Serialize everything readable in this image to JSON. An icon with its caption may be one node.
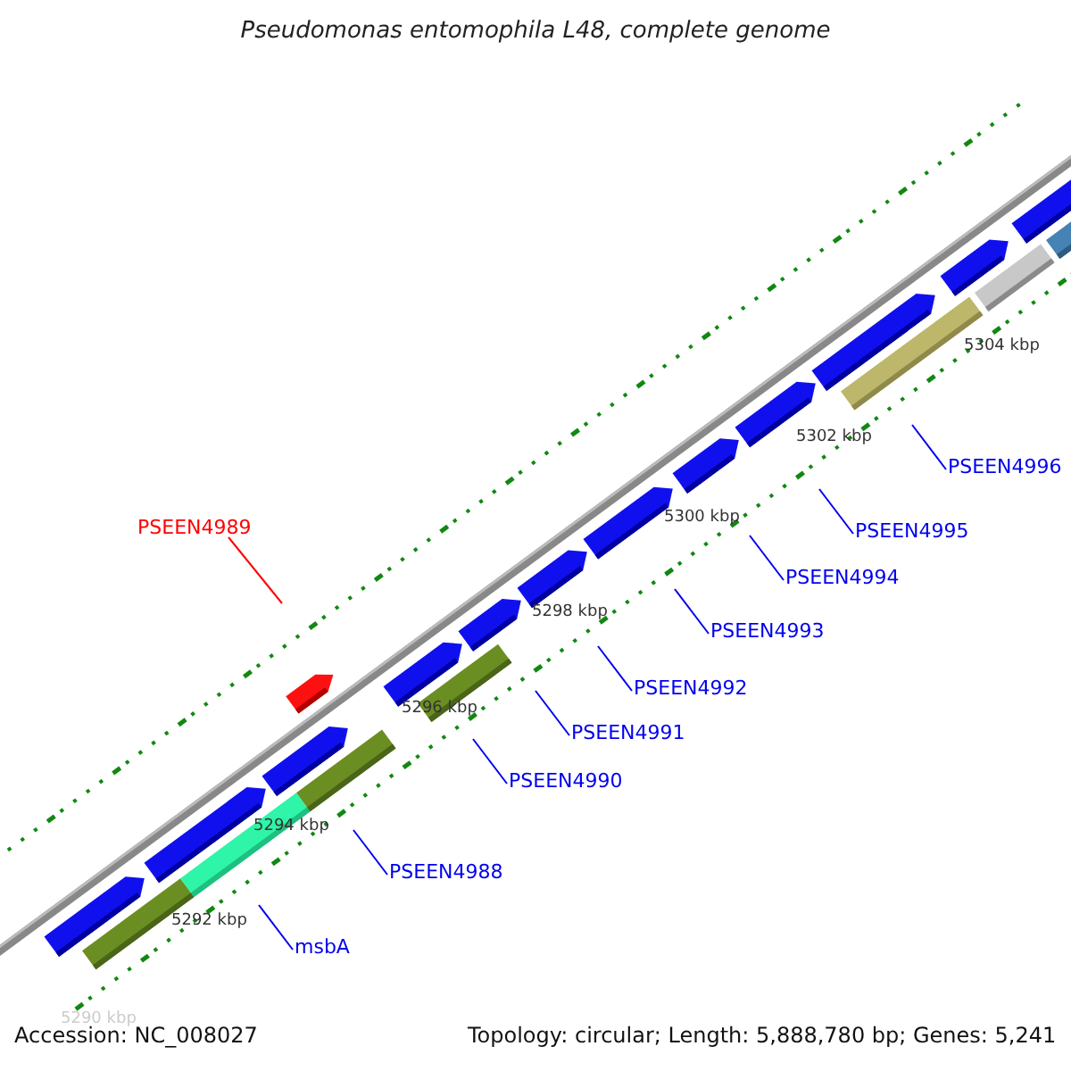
{
  "diagram": {
    "title": "Pseudomonas entomophila L48, complete genome",
    "nodes": [
      {
        "text": [
          "PSEEN4989"
        ]
      },
      {
        "text": [
          "msbA"
        ]
      },
      {
        "text": [
          "PSEEN4988"
        ]
      },
      {
        "text": [
          "PSEEN4990"
        ]
      },
      {
        "text": [
          "PSEEN4991"
        ]
      },
      {
        "text": [
          "PSEEN4992"
        ]
      },
      {
        "text": [
          "PSEEN4993"
        ]
      },
      {
        "text": [
          "PSEEN4994"
        ]
      },
      {
        "text": [
          "PSEEN4995"
        ]
      },
      {
        "text": [
          "PSEEN4996"
        ]
      }
    ],
    "edges": [
      {
        "from": 0,
        "to": null,
        "arrow": "none",
        "color": "#ff0000"
      },
      {
        "from": 1,
        "to": null,
        "arrow": "none"
      },
      {
        "from": 2,
        "to": null,
        "arrow": "none"
      },
      {
        "from": 3,
        "to": null,
        "arrow": "none"
      },
      {
        "from": 4,
        "to": null,
        "arrow": "none"
      },
      {
        "from": 5,
        "to": null,
        "arrow": "none"
      },
      {
        "from": 6,
        "to": null,
        "arrow": "none"
      },
      {
        "from": 7,
        "to": null,
        "arrow": "none"
      },
      {
        "from": 8,
        "to": null,
        "arrow": "none"
      },
      {
        "from": 9,
        "to": null,
        "arrow": "none"
      }
    ],
    "labels": [
      "5304 kbp",
      "5302 kbp",
      "5300 kbp",
      "5298 kbp",
      "5296 kbp",
      "5294 kbp",
      "5292 kbp",
      "5290 kbp",
      "Accession: NC_008027",
      "Topology: circular; Length: 5,888,780 bp; Genes: 5,241"
    ]
  }
}
